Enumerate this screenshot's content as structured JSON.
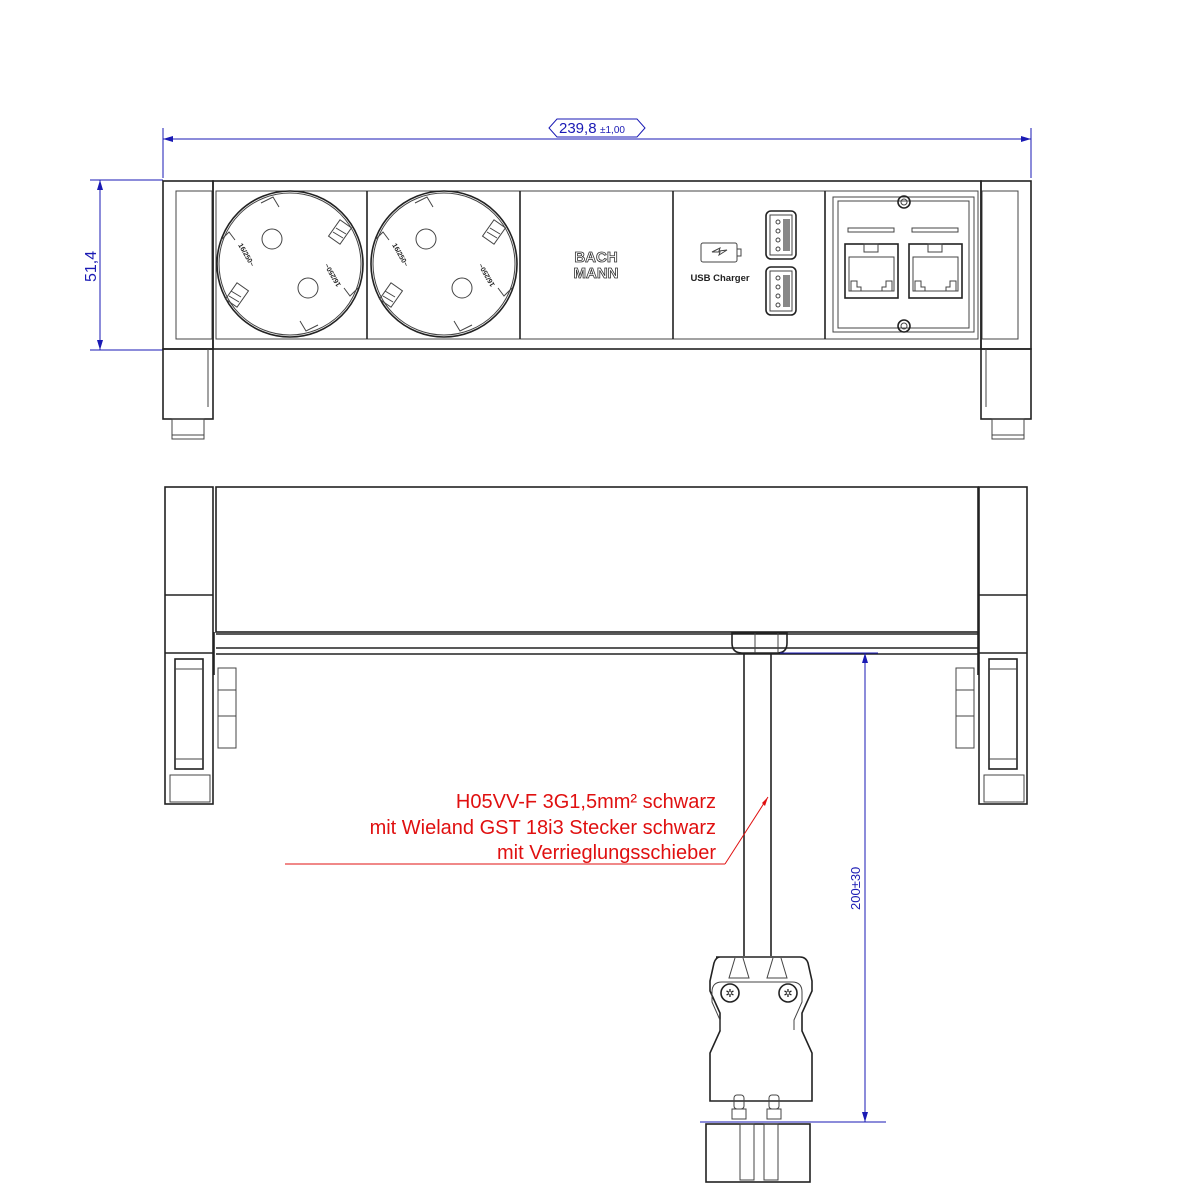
{
  "drawing": {
    "title": "Bachmann desk power module technical drawing",
    "colors": {
      "dimension": "#1a1ab4",
      "annotation": "#e01010",
      "outline": "#222222"
    },
    "front_view": {
      "width_dimension": "239,8",
      "width_tolerance": "±1,00",
      "height_dimension": "51,4",
      "modules": [
        {
          "type": "schuko-socket",
          "rating_left": "16/250~",
          "rating_right": "16/250~"
        },
        {
          "type": "schuko-socket",
          "rating_left": "16/250~",
          "rating_right": "16/250~"
        },
        {
          "type": "blank-logo",
          "logo_line1": "BACH",
          "logo_line2": "MANN"
        },
        {
          "type": "usb-charger",
          "label": "USB Charger",
          "ports": 2
        },
        {
          "type": "rj45-data",
          "ports": 2
        }
      ]
    },
    "side_view": {
      "cable_length_dimension": "200±30",
      "cable_note": [
        "H05VV-F 3G1,5mm² schwarz",
        "mit Wieland GST 18i3 Stecker schwarz",
        "mit Verrieglungsschieber"
      ]
    }
  }
}
